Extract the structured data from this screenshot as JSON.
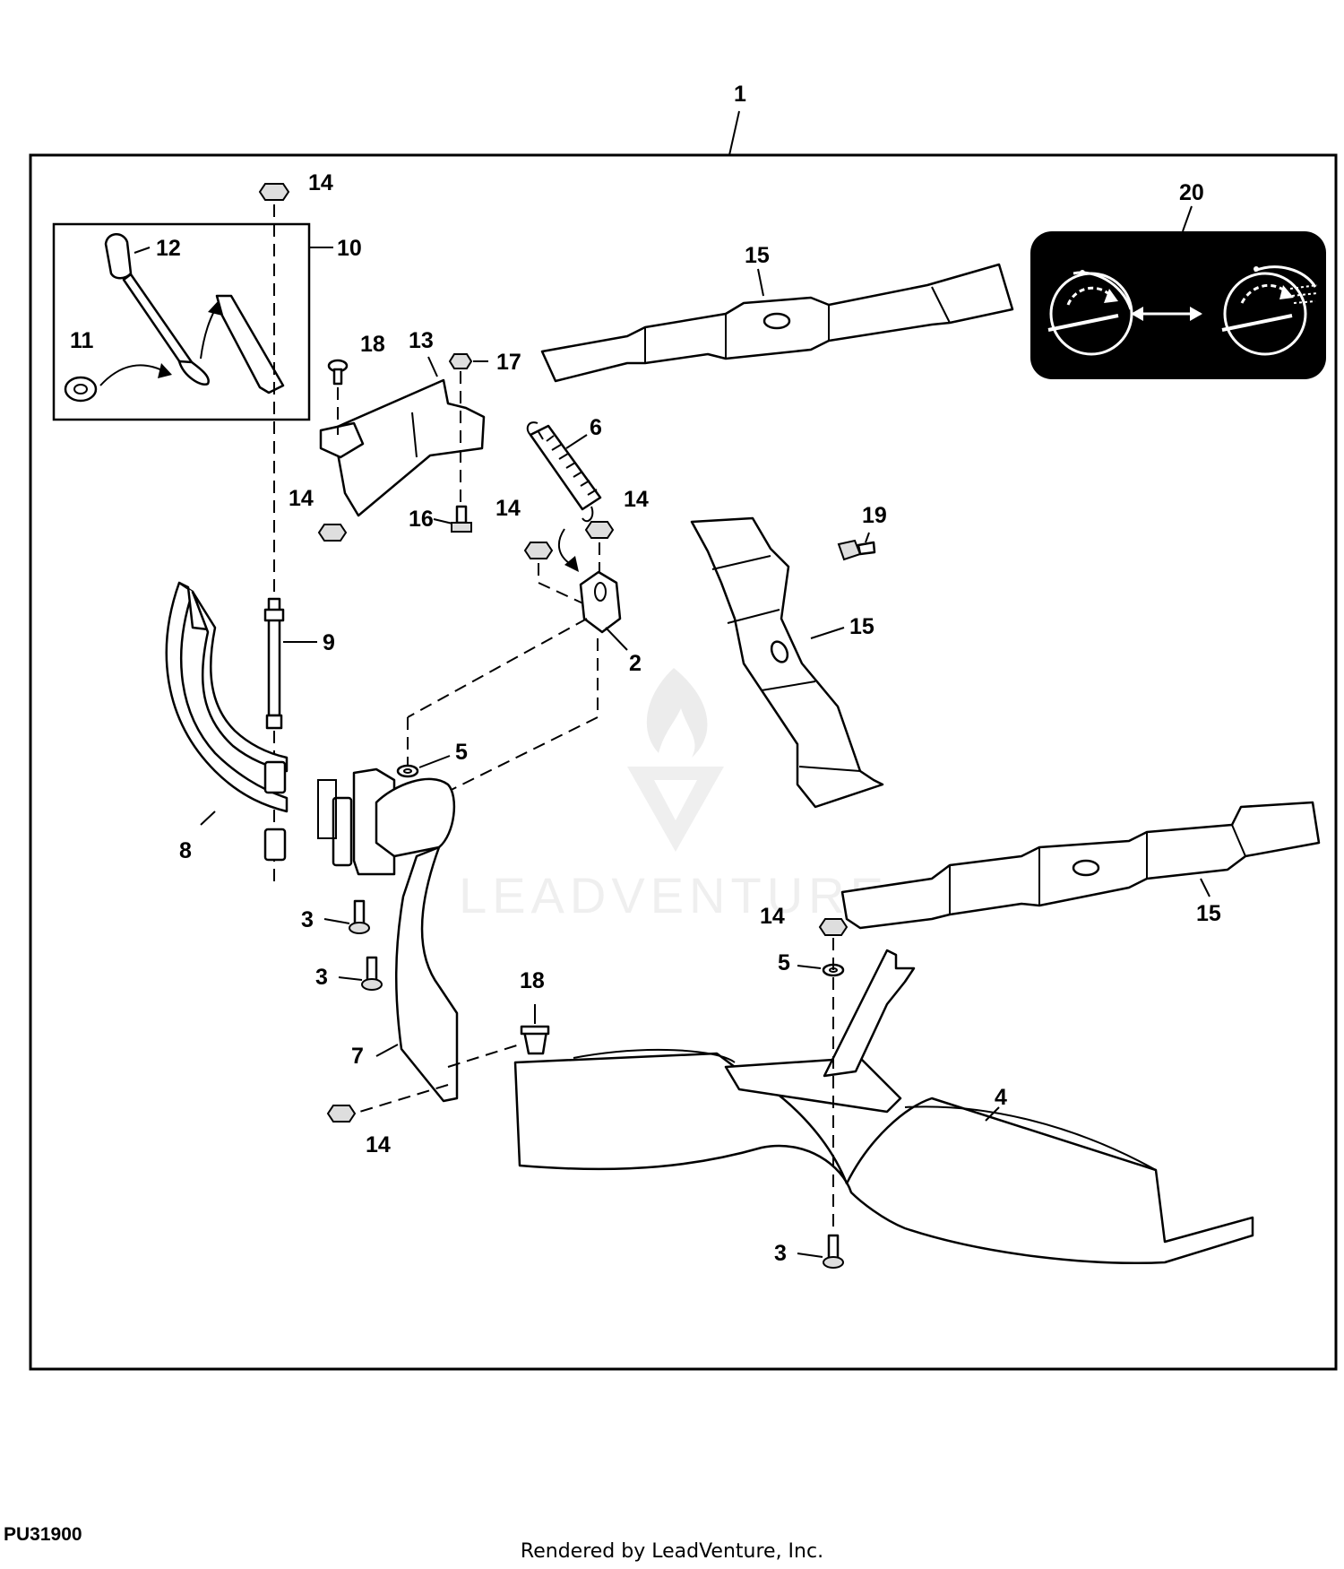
{
  "callouts": {
    "c1": "1",
    "c2": "2",
    "c3a": "3",
    "c3b": "3",
    "c3c": "3",
    "c4": "4",
    "c5a": "5",
    "c5b": "5",
    "c6": "6",
    "c7": "7",
    "c8": "8",
    "c9": "9",
    "c10": "10",
    "c11": "11",
    "c12": "12",
    "c13": "13",
    "c14a": "14",
    "c14b": "14",
    "c14c": "14",
    "c14d": "14",
    "c14e": "14",
    "c14f": "14",
    "c15a": "15",
    "c15b": "15",
    "c15c": "15",
    "c16": "16",
    "c17": "17",
    "c18a": "18",
    "c18b": "18",
    "c19": "19",
    "c20": "20"
  },
  "watermark": {
    "text": "LEADVENTURE",
    "color": "#e6e6e6"
  },
  "footer": {
    "figure_id": "PU31900",
    "credit": "Rendered by LeadVenture, Inc."
  }
}
